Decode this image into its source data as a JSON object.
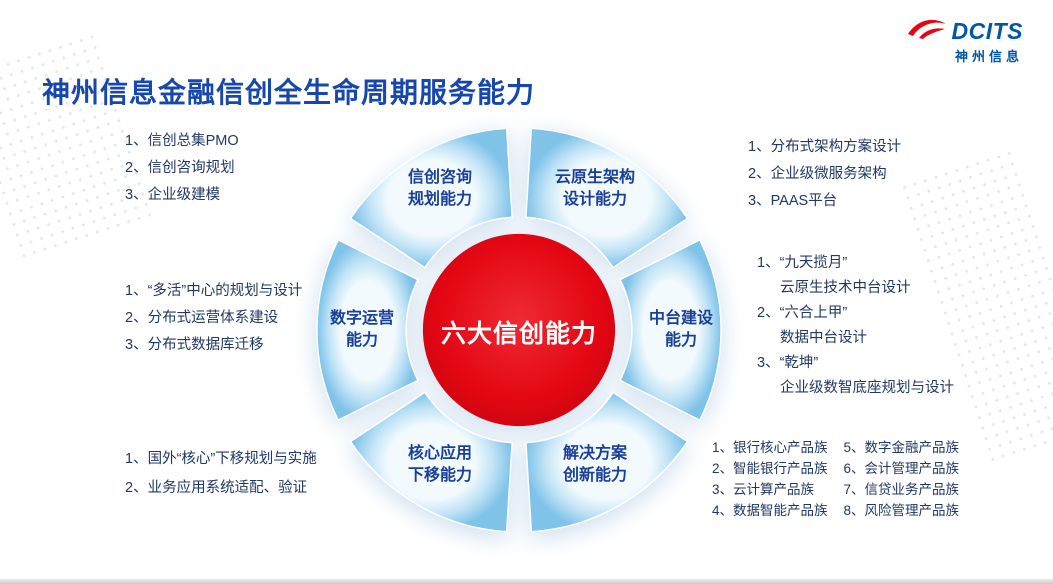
{
  "logo": {
    "brand": "DCITS",
    "company": "神州信息"
  },
  "title": "神州信息金融信创全生命周期服务能力",
  "center_label": "六大信创能力",
  "segments": [
    {
      "line1": "信创咨询",
      "line2": "规划能力"
    },
    {
      "line1": "云原生架构",
      "line2": "设计能力"
    },
    {
      "line1": "中台建设",
      "line2": "能力"
    },
    {
      "line1": "解决方案",
      "line2": "创新能力"
    },
    {
      "line1": "核心应用",
      "line2": "下移能力"
    },
    {
      "line1": "数字运营",
      "line2": "能力"
    }
  ],
  "lists": {
    "top_left": [
      "1、信创总集PMO",
      "2、信创咨询规划",
      "3、企业级建模"
    ],
    "top_right": [
      "1、分布式架构方案设计",
      "2、企业级微服务架构",
      "3、PAAS平台"
    ],
    "mid_left": [
      "1、“多活”中心的规划与设计",
      "2、分布式运营体系建设",
      "3、分布式数据库迁移"
    ],
    "mid_right": [
      {
        "title": "1、“九天揽月”",
        "desc": "云原生技术中台设计"
      },
      {
        "title": "2、“六合上甲”",
        "desc": "数据中台设计"
      },
      {
        "title": "3、“乾坤”",
        "desc": "企业级数智底座规划与设计"
      }
    ],
    "bottom_left": [
      "1、国外“核心”下移规划与实施",
      "2、业务应用系统适配、验证"
    ],
    "bottom_right_col1": [
      "1、银行核心产品族",
      "2、智能银行产品族",
      "3、云计算产品族",
      "4、数据智能产品族"
    ],
    "bottom_right_col2": [
      "5、数字金融产品族",
      "6、会计管理产品族",
      "7、信贷业务产品族",
      "8、风险管理产品族"
    ]
  },
  "colors": {
    "primary_red": "#e60613",
    "brand_blue": "#0057a7",
    "title_blue": "#1747ab",
    "ring_blue": "#85c6ea",
    "text_navy": "#203864"
  }
}
